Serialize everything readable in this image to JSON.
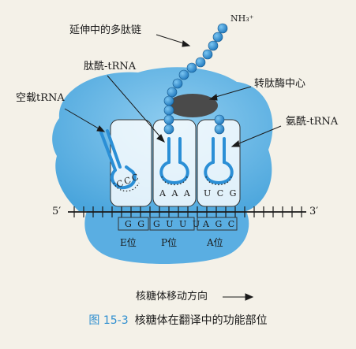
{
  "labels": {
    "nascent_peptide": "延伸中的多肽链",
    "nh3": "NH₃⁺",
    "peptidyl_trna": "肽酰-tRNA",
    "peptidyl_transferase": "转肽酶中心",
    "empty_trna": "空载tRNA",
    "aminoacyl_trna": "氨酰-tRNA",
    "five_prime": "5′",
    "three_prime": "3′",
    "direction": "核糖体移动方向"
  },
  "anticodons": {
    "e": "CCC",
    "p": "A A A",
    "a": "U C G"
  },
  "codons": {
    "e": "G G",
    "p": "G U U U",
    "a": "A G C"
  },
  "sites": {
    "e": "E位",
    "p": "P位",
    "a": "A位"
  },
  "caption": {
    "number": "图 15-3",
    "title": "核糖体在翻译中的功能部位"
  },
  "colors": {
    "ribosome": "#6ab8e6",
    "ribosome_dark": "#3e96d2",
    "trna": "#2b8fd6",
    "bead": "#2a8bd0",
    "transferase": "#4a4a4a",
    "caption_number": "#2f8fd0"
  }
}
